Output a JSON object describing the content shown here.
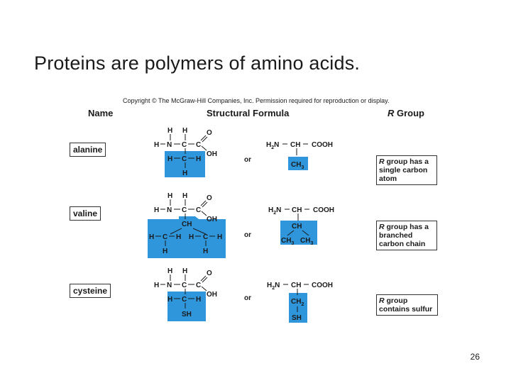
{
  "slide": {
    "title": "Proteins are polymers of amino acids.",
    "copyright": "Copyright © The McGraw-Hill Companies, Inc. Permission required for reproduction or display.",
    "page_number": "26"
  },
  "table": {
    "headers": {
      "name": "Name",
      "formula": "Structural Formula",
      "rgroup_prefix": "R",
      "rgroup_suffix": " Group"
    },
    "or_label": "or",
    "rows": [
      {
        "name": "alanine",
        "rgroup_r": "R",
        "rgroup_rest": " group has a single carbon atom"
      },
      {
        "name": "valine",
        "rgroup_r": "R",
        "rgroup_rest": " group has a branched carbon chain"
      },
      {
        "name": "cysteine",
        "rgroup_r": "R",
        "rgroup_rest": " group contains sulfur"
      }
    ]
  },
  "colors": {
    "highlight": "#2f96dc",
    "text": "#1a1a1a"
  }
}
